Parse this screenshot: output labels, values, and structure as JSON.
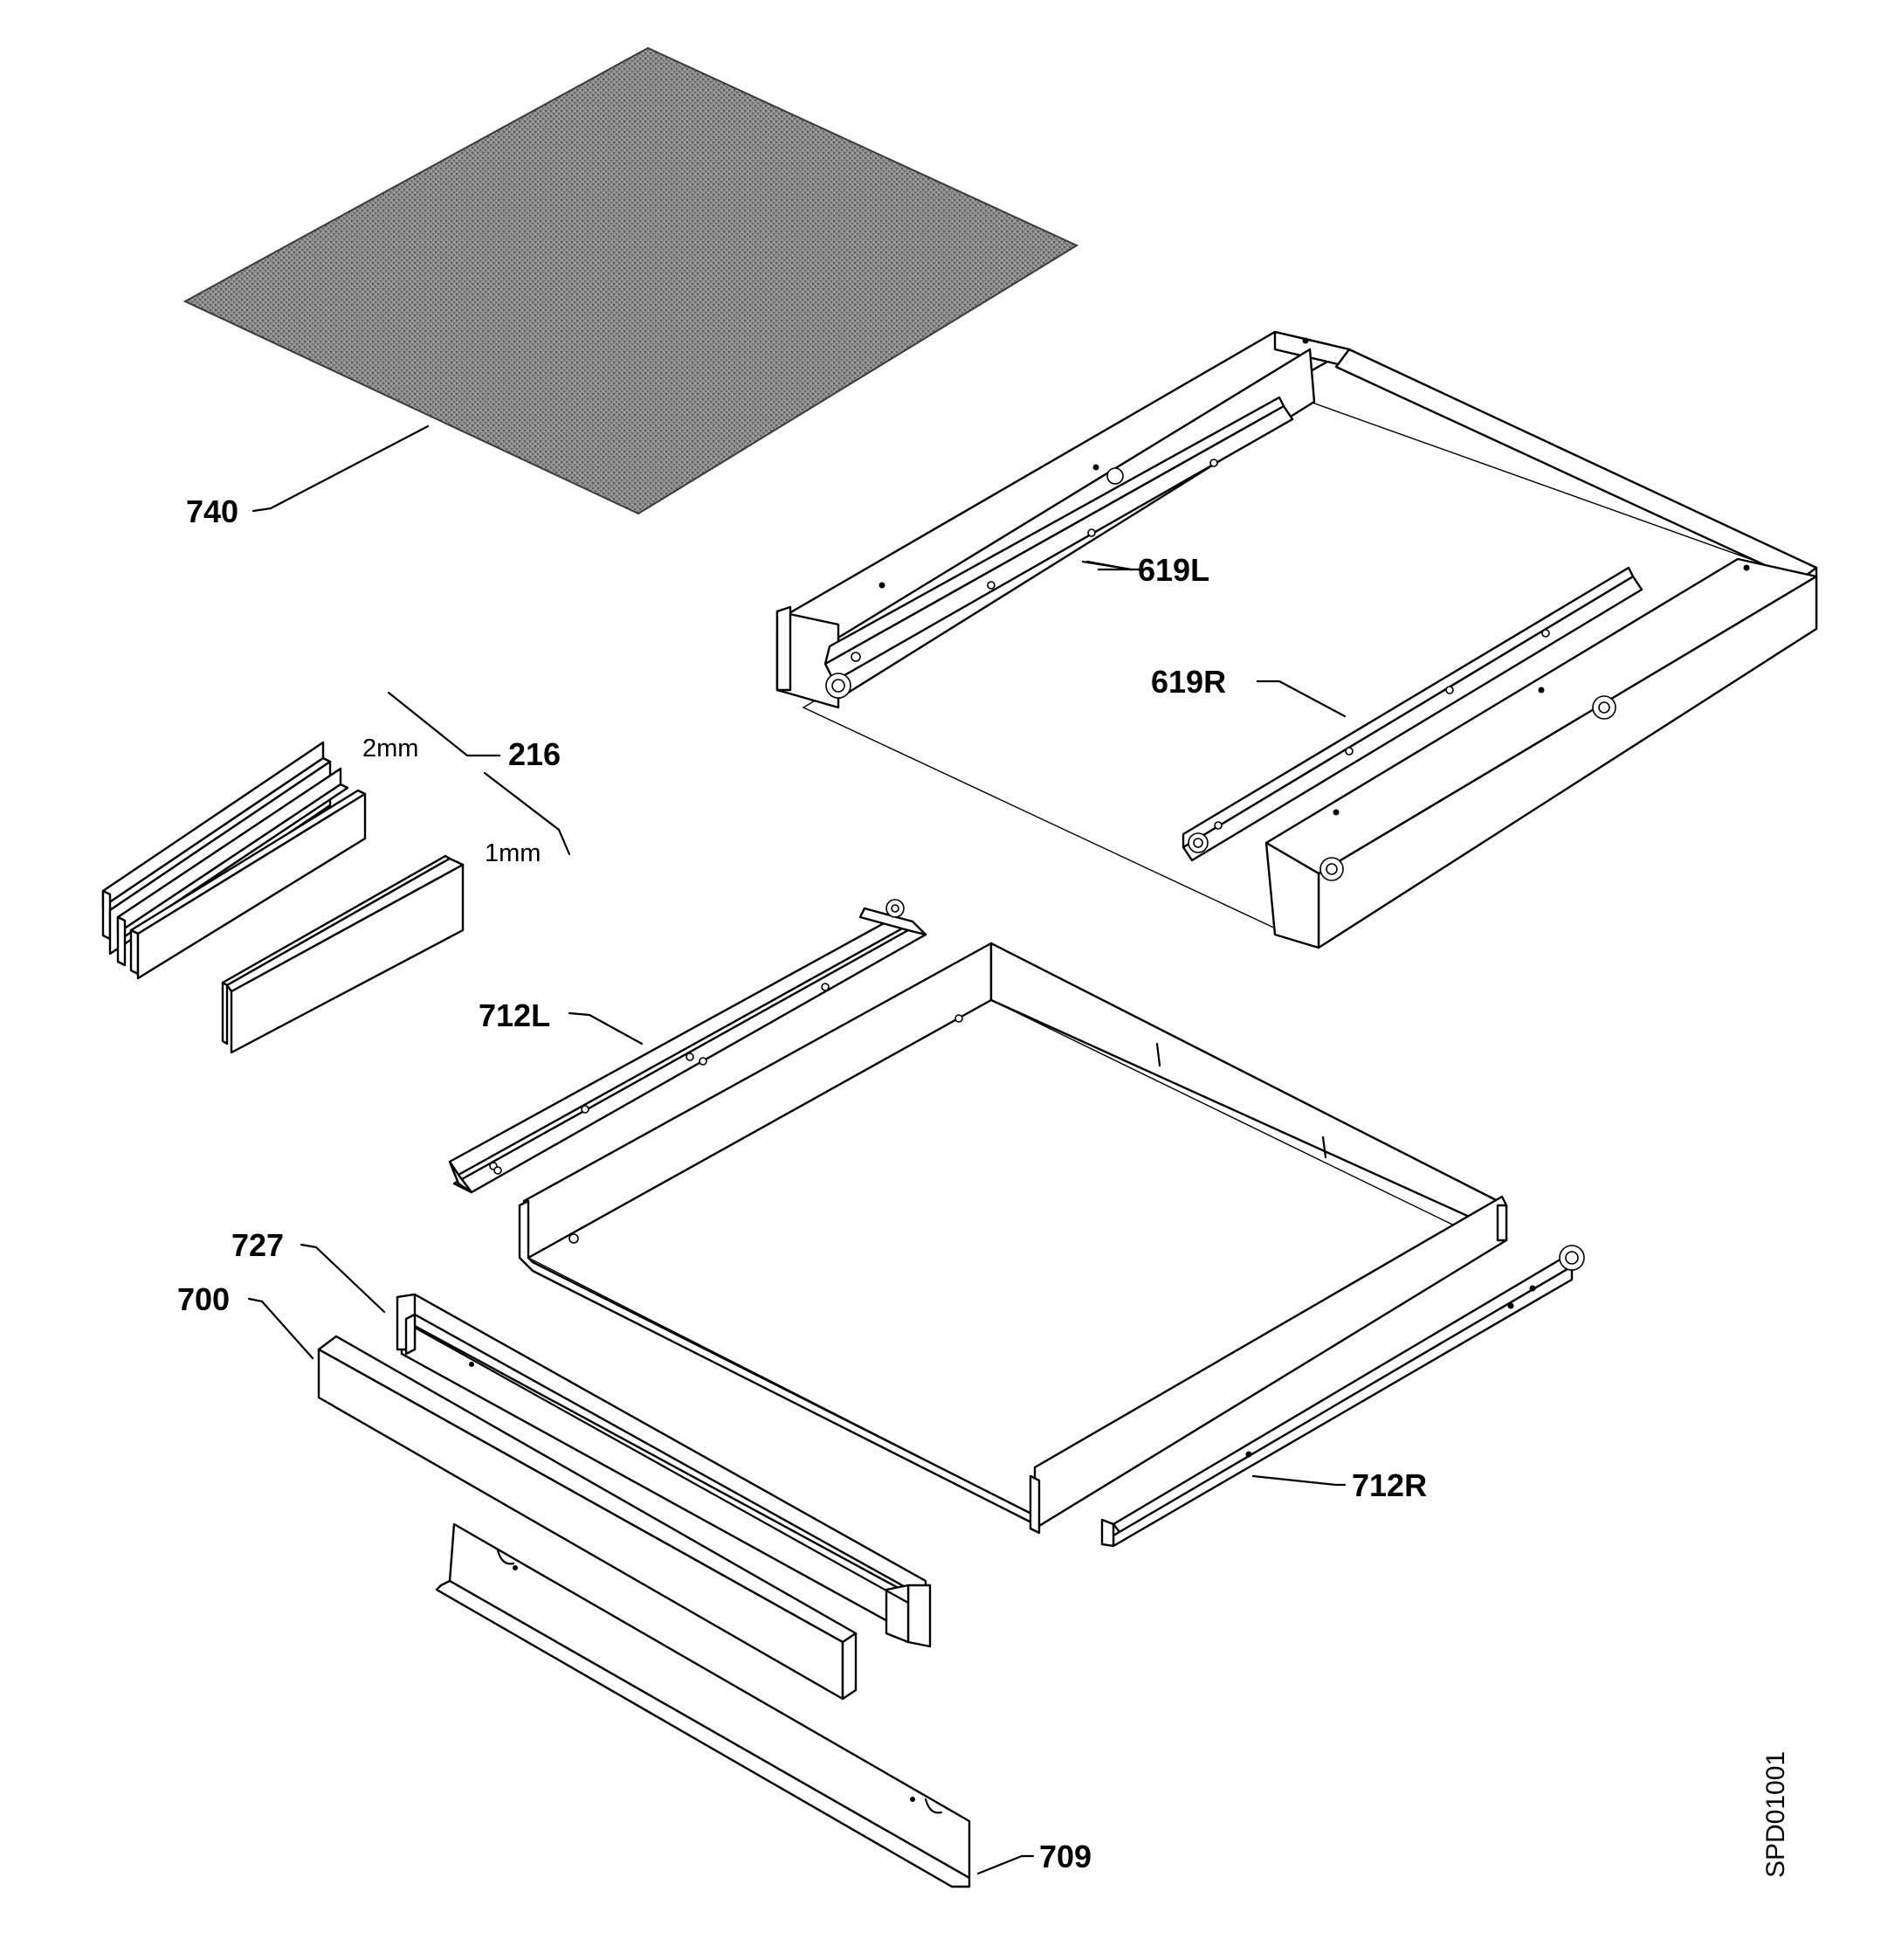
{
  "diagram": {
    "callouts": {
      "p740": "740",
      "p619L": "619L",
      "p619R": "619R",
      "p216": "216",
      "p712L": "712L",
      "p727": "727",
      "p700": "700",
      "p712R": "712R",
      "p709": "709"
    },
    "shim_thickness": {
      "thick": "2mm",
      "thin": "1mm"
    },
    "drawing_code": "SPD01001"
  }
}
